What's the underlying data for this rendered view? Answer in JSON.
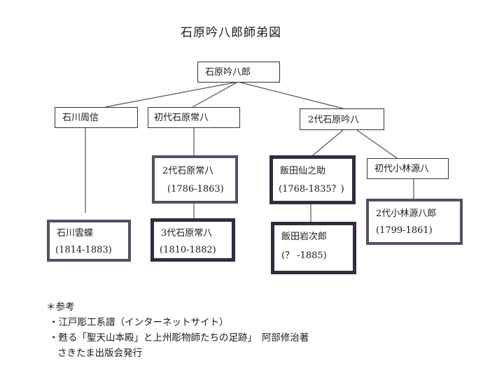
{
  "title": "石原吟八郎師弟図",
  "nodes": {
    "root": {
      "name": "石原吟八郎"
    },
    "shuushin": {
      "name": "石川周信"
    },
    "tsunehachi1": {
      "name": "初代石原常八"
    },
    "ginpachi2": {
      "name": "2代石原吟八"
    },
    "tsunehachi2": {
      "name": "2代石原常八",
      "years": "(1786-1863)"
    },
    "sennosuke": {
      "name": "飯田仙之助",
      "years": "(1768-1835？)"
    },
    "genpachi1": {
      "name": "初代小林源八"
    },
    "unchou": {
      "name": "石川雲蝶",
      "years": "(1814-1883)"
    },
    "tsunehachi3": {
      "name": "3代石原常八",
      "years": "(1810-1882)"
    },
    "iwajirou": {
      "name": "飯田岩次郎",
      "years": "(？ -1885)"
    },
    "genpachirou2": {
      "name": "2代小林源八郎",
      "years": "(1799-1861)"
    }
  },
  "notes": {
    "heading": "＊参考",
    "line1": "・江戸彫工系譜（インターネットサイト）",
    "line2": "・甦る「聖天山本殿」と上州彫物師たちの足跡」　阿部修治著",
    "line3": "さきたま出版会発行"
  }
}
